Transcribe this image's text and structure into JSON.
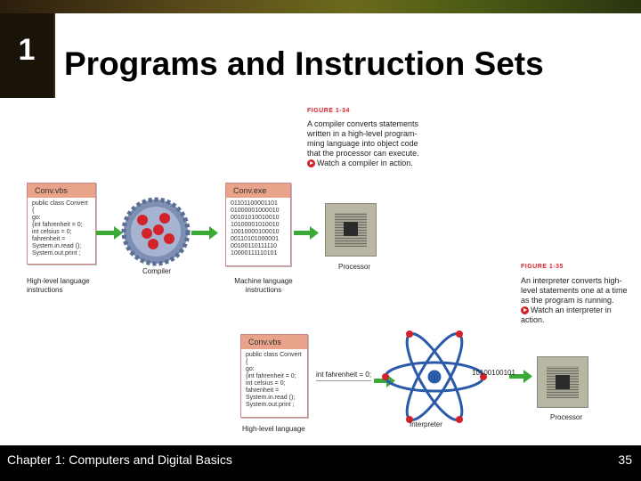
{
  "slide": {
    "chapter_number": "1",
    "title": "Programs and Instruction Sets",
    "footer": "Chapter 1: Computers and Digital Basics",
    "page_number": "35"
  },
  "fig34": {
    "label": "FIGURE 1-34",
    "caption": "A compiler converts statements written in a high-level program- ming language into object code that the processor can execute.",
    "link": "Watch a compiler in action.",
    "source_title": "Conv.vbs",
    "source_code": "public class Convert\n{\ngo:\n{int fahrenheit = 0;\nint celsius = 0;\nfahrenheit =\nSystem.in.read ();\nSystem.out.print ;",
    "source_label": "High-level language instructions",
    "compiler_label": "Compiler",
    "exe_title": "Conv.exe",
    "exe_code": "01101100001101\n01000001000010\n00101010010010\n10100001010010\n10010000100010\n00110101000001\n00100110111110\n10000111110101",
    "exe_label": "Machine language instructions",
    "processor_label": "Processor"
  },
  "fig35": {
    "label": "FIGURE 1-35",
    "caption": "An interpreter converts high-level statements one at a time as the program is running.",
    "link": "Watch an interpreter in action.",
    "source_title": "Conv.vbs",
    "source_code": "public class Convert\n{\ngo:\n{int fahrenheit = 0;\nint celsius = 0;\nfahrenheit =\nSystem.in.read ();\nSystem.out.print ;",
    "source_label": "High-level language",
    "statement": "int fahrenheit = 0;",
    "binary": "10100100101",
    "interpreter_label": "Interpreter",
    "processor_label": "Processor"
  },
  "colors": {
    "accent_red": "#d2232a",
    "arrow_green": "#3aa935",
    "doc_header": "#e9a38a"
  }
}
